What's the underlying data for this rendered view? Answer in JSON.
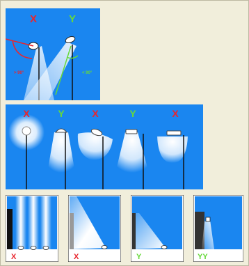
{
  "top_panel": {
    "bad_mark": "X",
    "good_mark": "Y",
    "angle_bad": "> 90°",
    "angle_good": "< 90°"
  },
  "middle_panel": {
    "marks": [
      "X",
      "Y",
      "X",
      "Y",
      "X"
    ]
  },
  "bottom_panels": {
    "marks": [
      "X",
      "X",
      "Y",
      "YY"
    ]
  },
  "colors": {
    "sky": "#1a86f0",
    "bad": "#e8262e",
    "good": "#67d93a",
    "background": "#f1eedb"
  }
}
